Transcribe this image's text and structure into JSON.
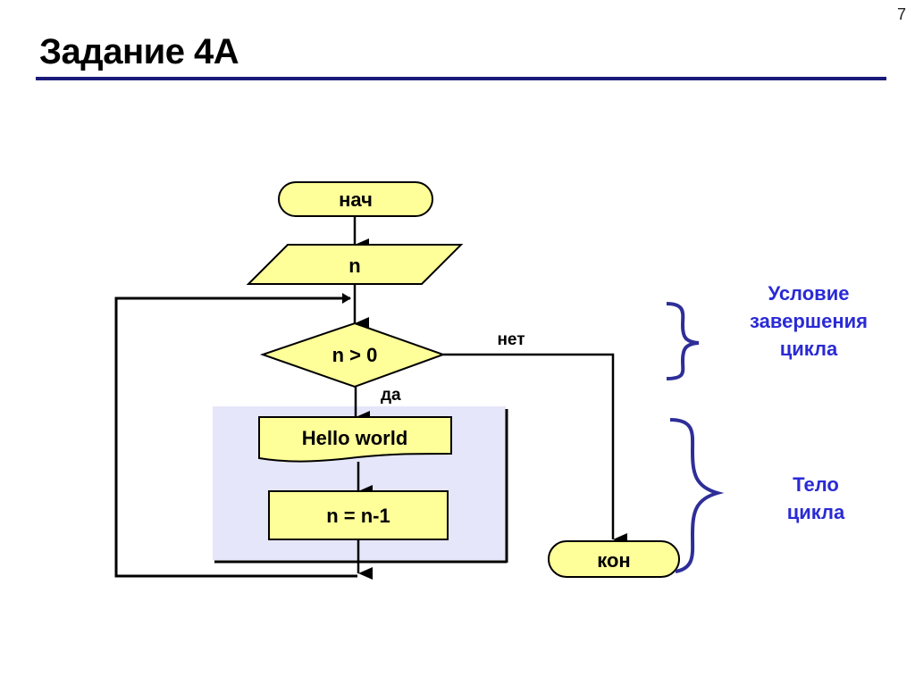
{
  "slide": {
    "page_number": "7",
    "title": "Задание 4А"
  },
  "flowchart": {
    "start_label": "нач",
    "input_label": "n",
    "condition_label": "n > 0",
    "yes_label": "да",
    "no_label": "нет",
    "output_label": "Hello world",
    "process_label": "n = n-1",
    "end_label": "кон"
  },
  "annotations": {
    "condition_note": [
      "Условие",
      "завершения",
      "цикла"
    ],
    "body_note": [
      "Тело",
      "цикла"
    ]
  },
  "colors": {
    "block_fill": "#ffff99",
    "loop_body_fill": "#e6e6fa",
    "annotation_color": "#2a2ad6",
    "brace_color": "#2e2e99",
    "title_rule": "#1a1a7a"
  }
}
